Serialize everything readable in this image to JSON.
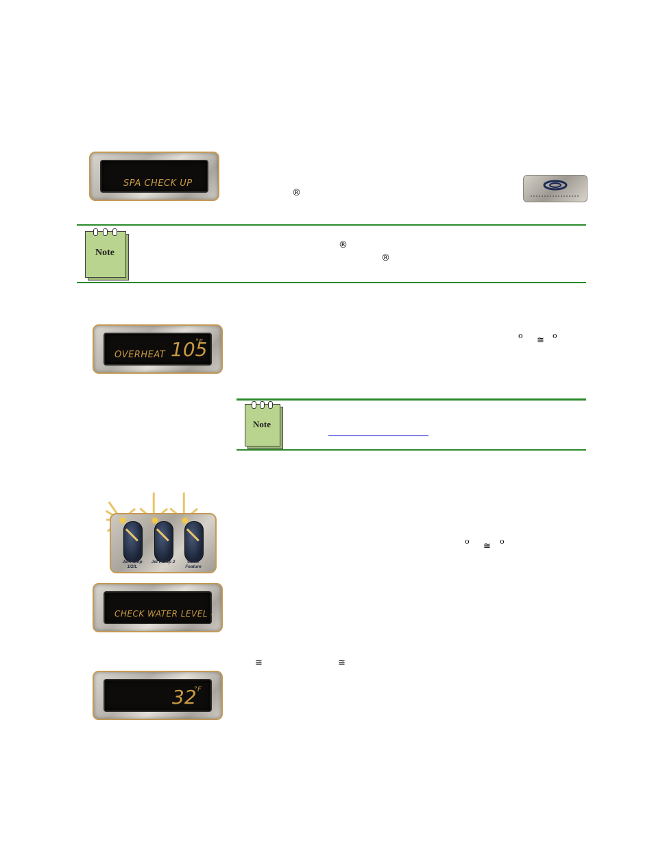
{
  "displays": {
    "spa_check_up": "SPA CHECK UP",
    "overheat_label": "OVERHEAT",
    "overheat_temp": "105",
    "overheat_unit": "°F",
    "check_water": "CHECK WATER LEVEL -",
    "freeze_temp": "32",
    "freeze_unit": "°F"
  },
  "notes": {
    "label": "Note"
  },
  "pump_panel": {
    "btn1": "Jet Pump 1/2/L",
    "btn2": "Jet Pump 2",
    "btn3": "Water Feature"
  },
  "symbols": {
    "registered": "®",
    "degree": "o",
    "approx": "≅"
  },
  "colors": {
    "rule_green": "#2a8a2a",
    "lcd_amber": "#c99a42",
    "note_green": "#b9d48e"
  }
}
